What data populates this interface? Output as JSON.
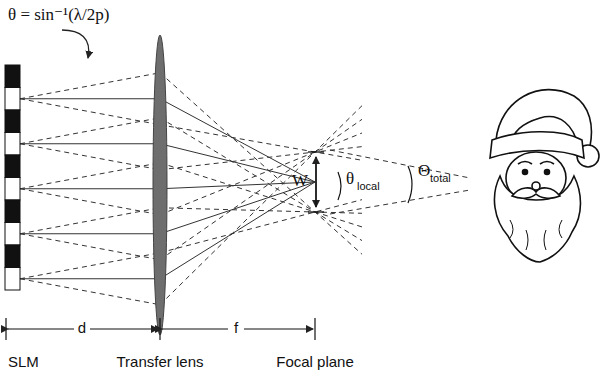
{
  "diagram": {
    "labels": [
      "θ = sin⁻¹(λ/2p)",
      "W",
      "θ",
      "local",
      "Θ",
      "total",
      "d",
      "f",
      "SLM",
      "Transfer lens",
      "Focal plane"
    ]
  }
}
